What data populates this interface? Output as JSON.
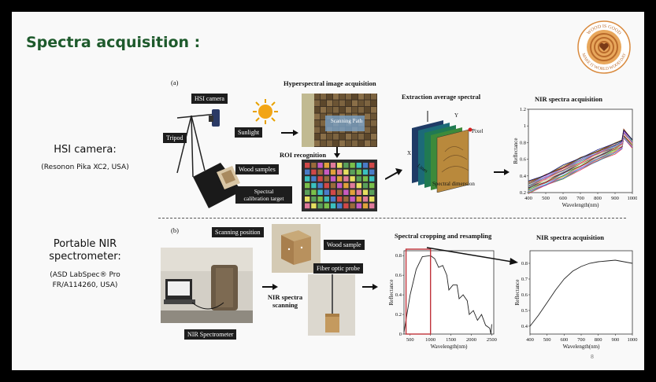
{
  "title": "Spectra acquisition :",
  "logo": {
    "arc_text": "WOOD IS GOOD",
    "arc_text2": "MAKE IT WORLD WOOD DAY",
    "icon": "wood-rings-heart-logo"
  },
  "section_hsi": {
    "title": "HSI camera:",
    "subtitle": "(Resonon Pika XC2, USA)"
  },
  "section_nir": {
    "title_line1": "Portable NIR",
    "title_line2": "spectrometer:",
    "subtitle_line1": "(ASD LabSpec® Pro",
    "subtitle_line2": "FR/A114260, USA)"
  },
  "panel_a": {
    "label": "(a)",
    "hsi_camera": "HSI camera",
    "tripod": "Tripod",
    "wood_samples": "Wood samples",
    "spectral_target_line1": "Spectral",
    "spectral_target_line2": "calibration target",
    "hyperspectral_header": "Hyperspectral image acquisition",
    "sunlight": "Sunlight",
    "scanning_path_line1": "Scanning",
    "scanning_path_line2": "Path",
    "roi": "ROI recognition",
    "extraction_header": "Extraction average spectral",
    "cube_y": "Y",
    "cube_x": "X",
    "pixel": "Pixel",
    "lines": "Lines",
    "spectral_dimension": "Spectral dimension",
    "nir_header": "NIR spectra acquisition"
  },
  "panel_b": {
    "label": "(b)",
    "scanning_position": "Scanning position",
    "wood_sample": "Wood sample",
    "fiber_probe": "Fiber optic probe",
    "nir_scanning_line1": "NIR spectra",
    "nir_scanning_line2": "scanning",
    "nir_spectrometer": "NIR Spectrometer",
    "cropping_header": "Spectral cropping and resampling",
    "nir_header": "NIR spectra acquisition"
  },
  "chart_data": [
    {
      "type": "line",
      "title": "NIR spectra acquisition",
      "xlabel": "Wavelength(nm)",
      "ylabel": "Reflectance",
      "x_ticks": [
        400,
        500,
        600,
        700,
        800,
        900,
        1000
      ],
      "y_ticks": [
        0.2,
        0.4,
        0.6,
        0.8,
        1,
        1.2
      ],
      "xlim": [
        400,
        1000
      ],
      "ylim": [
        0.2,
        1.2
      ],
      "series_count": 30,
      "x": [
        400,
        500,
        600,
        700,
        800,
        900,
        940,
        950,
        1000
      ],
      "series": [
        {
          "values": [
            0.33,
            0.42,
            0.52,
            0.62,
            0.71,
            0.79,
            0.83,
            0.96,
            0.84
          ]
        },
        {
          "values": [
            0.25,
            0.34,
            0.44,
            0.54,
            0.64,
            0.73,
            0.77,
            0.9,
            0.78
          ]
        },
        {
          "values": [
            0.2,
            0.28,
            0.37,
            0.47,
            0.58,
            0.67,
            0.72,
            0.85,
            0.73
          ]
        }
      ]
    },
    {
      "type": "line",
      "title": "Spectral cropping and resampling",
      "xlabel": "Wavelength(nm)",
      "ylabel": "Reflectance",
      "x_ticks": [
        500,
        1000,
        1500,
        2000,
        2500
      ],
      "y_ticks": [
        0,
        0.2,
        0.4,
        0.6,
        0.8
      ],
      "xlim": [
        350,
        2550
      ],
      "ylim": [
        0,
        0.85
      ],
      "x": [
        350,
        500,
        650,
        800,
        1000,
        1100,
        1200,
        1300,
        1400,
        1450,
        1550,
        1650,
        1700,
        1800,
        1900,
        1950,
        2050,
        2150,
        2250,
        2350,
        2450,
        2480,
        2500
      ],
      "series": [
        {
          "values": [
            0.02,
            0.4,
            0.66,
            0.79,
            0.8,
            0.77,
            0.68,
            0.7,
            0.6,
            0.45,
            0.5,
            0.5,
            0.36,
            0.4,
            0.34,
            0.2,
            0.24,
            0.14,
            0.2,
            0.09,
            0.06,
            0.0,
            0.1
          ]
        }
      ],
      "highlight_range": [
        400,
        1000
      ]
    },
    {
      "type": "line",
      "title": "NIR spectra acquisition",
      "xlabel": "Wavelength(nm)",
      "ylabel": "Reflectance",
      "x_ticks": [
        400,
        500,
        600,
        700,
        800,
        900,
        1000
      ],
      "y_ticks": [
        0.4,
        0.5,
        0.6,
        0.7,
        0.8
      ],
      "xlim": [
        400,
        1000
      ],
      "ylim": [
        0.35,
        0.88
      ],
      "x": [
        400,
        450,
        500,
        550,
        600,
        650,
        700,
        750,
        800,
        850,
        900,
        950,
        1000
      ],
      "series": [
        {
          "values": [
            0.4,
            0.47,
            0.55,
            0.63,
            0.7,
            0.75,
            0.78,
            0.8,
            0.81,
            0.815,
            0.82,
            0.81,
            0.8
          ]
        }
      ]
    }
  ],
  "slide_number": "8",
  "colors": {
    "title": "#1e5a2c",
    "highlight_box": "#c0323a",
    "logo_ring": "#d98a3e"
  }
}
